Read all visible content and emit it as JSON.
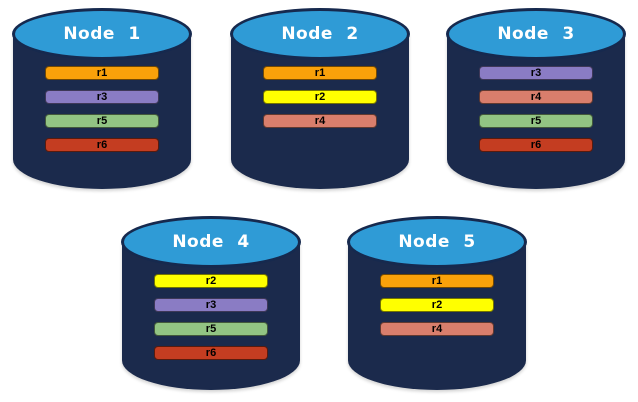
{
  "style": {
    "background": "#FFFFFF",
    "cylinder_body_color": "#1B2A4C",
    "cylinder_top_color": "#2F9BD6",
    "cylinder_outline_color": "#16294E",
    "node_label_color": "#FFFFFF",
    "replica_label_color": "#000000"
  },
  "replica_color_legend": {
    "r1": "#F9A10A",
    "r2": "#FFFF00",
    "r3": "#8A7CC4",
    "r4": "#D97E6C",
    "r5": "#92C483",
    "r6": "#C43D21"
  },
  "nodes": [
    {
      "label": "Node 1",
      "replicas": [
        {
          "label": "r1",
          "color": "#F9A10A"
        },
        {
          "label": "r3",
          "color": "#8A7CC4"
        },
        {
          "label": "r5",
          "color": "#92C483"
        },
        {
          "label": "r6",
          "color": "#C43D21"
        }
      ]
    },
    {
      "label": "Node 2",
      "replicas": [
        {
          "label": "r1",
          "color": "#F9A10A"
        },
        {
          "label": "r2",
          "color": "#FFFF00"
        },
        {
          "label": "r4",
          "color": "#D97E6C"
        }
      ]
    },
    {
      "label": "Node 3",
      "replicas": [
        {
          "label": "r3",
          "color": "#8A7CC4"
        },
        {
          "label": "r4",
          "color": "#D97E6C"
        },
        {
          "label": "r5",
          "color": "#92C483"
        },
        {
          "label": "r6",
          "color": "#C43D21"
        }
      ]
    },
    {
      "label": "Node 4",
      "replicas": [
        {
          "label": "r2",
          "color": "#FFFF00"
        },
        {
          "label": "r3",
          "color": "#8A7CC4"
        },
        {
          "label": "r5",
          "color": "#92C483"
        },
        {
          "label": "r6",
          "color": "#C43D21"
        }
      ]
    },
    {
      "label": "Node 5",
      "replicas": [
        {
          "label": "r1",
          "color": "#F9A10A"
        },
        {
          "label": "r2",
          "color": "#FFFF00"
        },
        {
          "label": "r4",
          "color": "#D97E6C"
        }
      ]
    }
  ]
}
